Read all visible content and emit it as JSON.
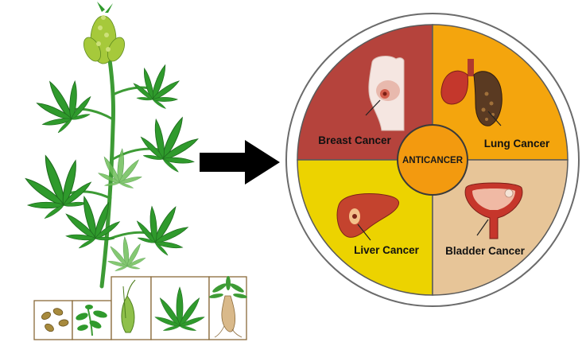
{
  "diagram": {
    "center_label": "ANTICANCER",
    "quadrants": [
      {
        "id": "breast",
        "label": "Breast Cancer",
        "color": "#b5433c"
      },
      {
        "id": "lung",
        "label": "Lung Cancer",
        "color": "#f4a50d"
      },
      {
        "id": "liver",
        "label": "Liver Cancer",
        "color": "#ecd300"
      },
      {
        "id": "bladder",
        "label": "Bladder Cancer",
        "color": "#e7c598"
      }
    ],
    "center_color": "#f39a0f",
    "ring_color": "#ffffff",
    "outline_color": "#6b6b6b",
    "leaf_color": "#2f9a2c",
    "icons": [
      "plant-icon",
      "arrow-right-icon",
      "seeds-icon",
      "sprout-icon",
      "bud-icon",
      "leaf-icon",
      "root-icon",
      "breast-icon",
      "lungs-icon",
      "liver-icon",
      "bladder-icon"
    ]
  }
}
